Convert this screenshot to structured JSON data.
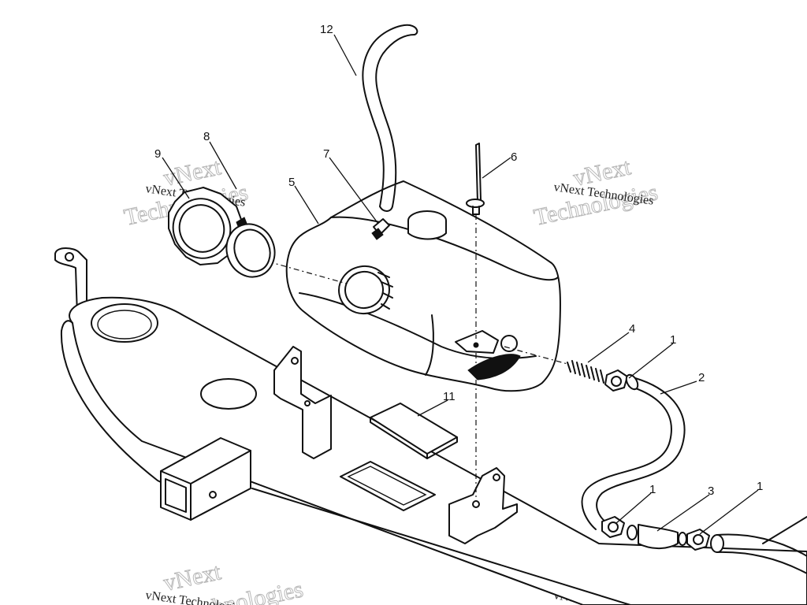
{
  "callouts": {
    "c1a": "1",
    "c1b": "1",
    "c1c": "1",
    "c2": "2",
    "c3": "3",
    "c4": "4",
    "c5": "5",
    "c6": "6",
    "c7": "7",
    "c8": "8",
    "c9": "9",
    "c11": "11",
    "c12": "12"
  },
  "watermark": {
    "line1": "vNext",
    "line2": "Technologies",
    "small": "vNext Technologies"
  }
}
